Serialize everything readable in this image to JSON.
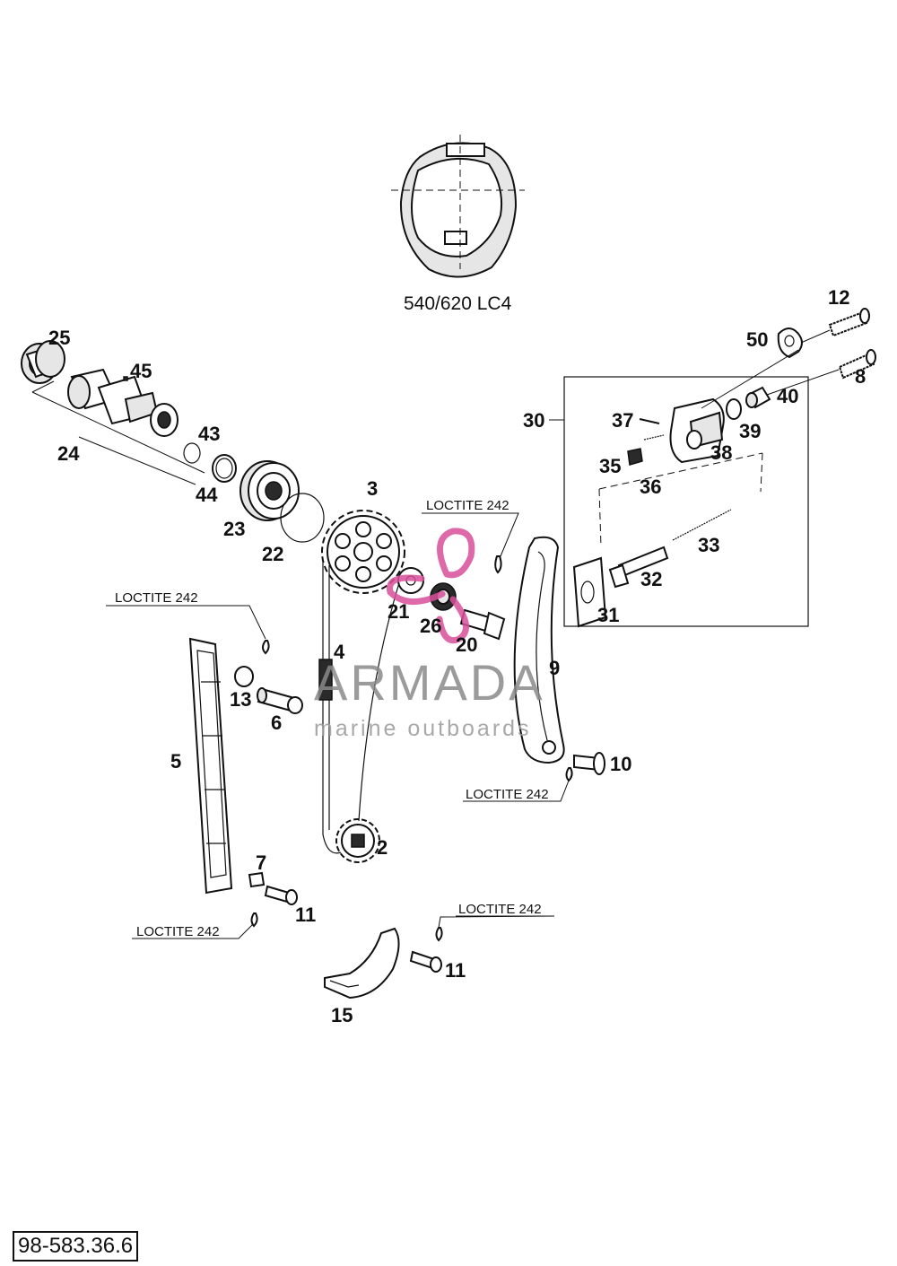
{
  "model_label": "540/620 LC4",
  "reference_code": "98-583.36.6",
  "loctite_label": "LOCTITE 242",
  "watermark": {
    "brand": "ARMADA",
    "tagline": "marine outboards",
    "color": "#d94f9a"
  },
  "callouts": [
    "2",
    "3",
    "4",
    "5",
    "6",
    "7",
    "8",
    "9",
    "10",
    "11",
    "11",
    "12",
    "13",
    "15",
    "20",
    "21",
    "22",
    "23",
    "24",
    "25",
    "26",
    "30",
    "31",
    "32",
    "33",
    "35",
    "36",
    "37",
    "38",
    "39",
    "40",
    "43",
    "44",
    "45",
    "50"
  ]
}
